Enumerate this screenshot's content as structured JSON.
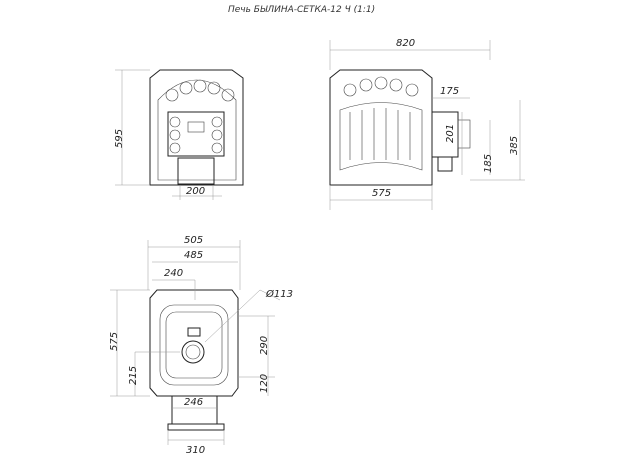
{
  "title": "Печь БЫЛИНА-СЕТКА-12 Ч (1:1)",
  "front_view": {
    "height": "595",
    "base_width": "200"
  },
  "side_view": {
    "width": "820",
    "depth": "575",
    "door_offset": "175",
    "door_height": "201",
    "door_bottom": "185",
    "total_height": "385"
  },
  "top_view": {
    "outer_width": "505",
    "inner_width": "485",
    "center_offset": "240",
    "chimney_diameter": "Ø113",
    "depth": "575",
    "chimney_y": "215",
    "span": "290",
    "bottom_offset": "120",
    "channel_width": "246",
    "flange_width": "310"
  }
}
